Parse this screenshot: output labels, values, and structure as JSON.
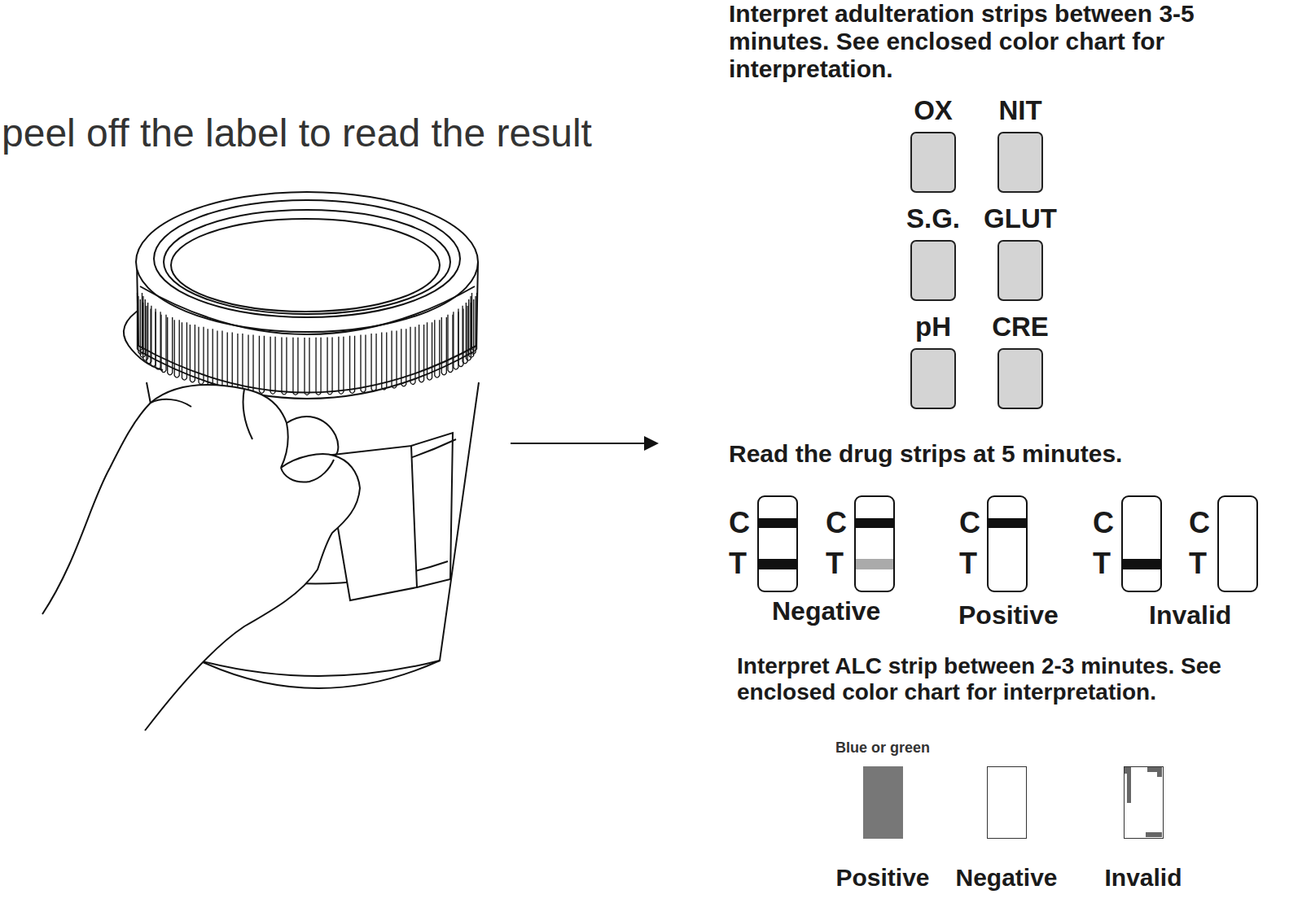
{
  "diagram": {
    "nodes": [
      {
        "text": [
          "OX"
        ]
      },
      {
        "text": [
          "NIT"
        ]
      },
      {
        "text": [
          "S.G."
        ]
      },
      {
        "text": [
          "GLUT"
        ]
      },
      {
        "text": [
          "pH"
        ]
      },
      {
        "text": [
          "CRE"
        ]
      },
      {
        "text": [
          "Blue or green",
          "Positive"
        ]
      },
      {
        "text": [
          "Negative"
        ]
      },
      {
        "text": [
          "Invalid"
        ]
      }
    ],
    "labels": [
      "peel off the label to read the result",
      "Interpret adulteration strips between 3-5 minutes. See enclosed color chart for interpretation.",
      "Read the drug strips at 5 minutes.",
      "C",
      "T",
      "C",
      "T",
      "C",
      "T",
      "C",
      "T",
      "C",
      "T",
      "Negative",
      "Positive",
      "Invalid",
      "Interpret ALC strip between 2-3 minutes. See enclosed color chart for interpretation."
    ]
  }
}
